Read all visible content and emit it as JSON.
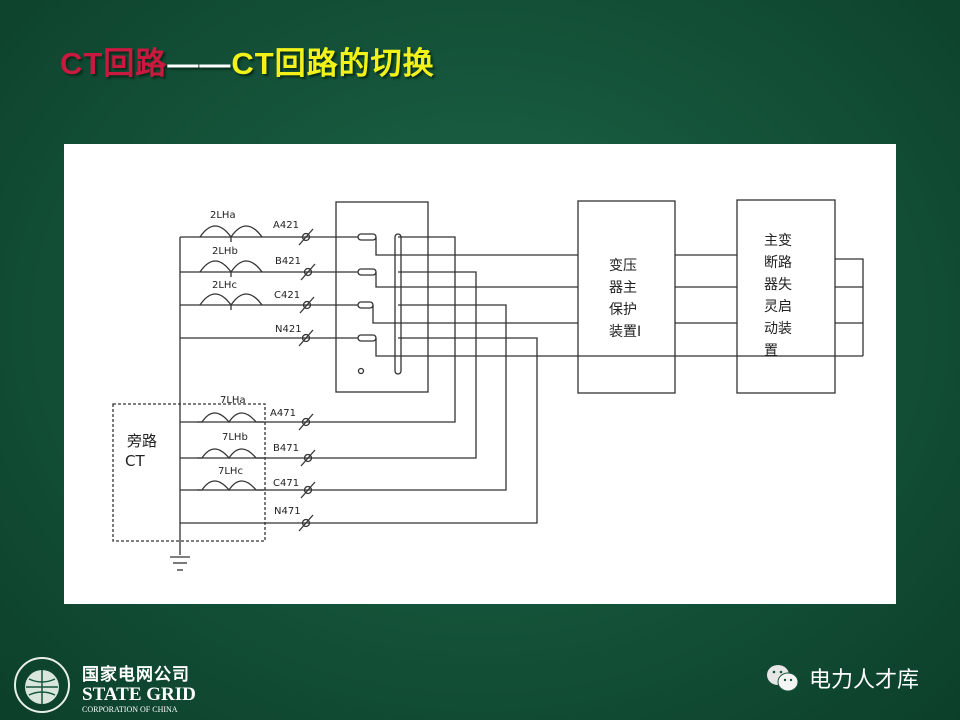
{
  "slide": {
    "title_part1": "CT回路",
    "title_dash": "——",
    "title_part2": "CT回路的切换",
    "colors": {
      "title_red": "#c8193f",
      "title_yellow": "#f2f21a",
      "background": "#15553b"
    }
  },
  "diagram": {
    "main_ct": {
      "coils": [
        "2LHa",
        "2LHb",
        "2LHc"
      ],
      "terminals": [
        "A421",
        "B421",
        "C421",
        "N421"
      ]
    },
    "bypass_ct": {
      "label_line1": "旁路",
      "label_line2": "CT",
      "coils": [
        "7LHa",
        "7LHb",
        "7LHc"
      ],
      "terminals": [
        "A471",
        "B471",
        "C471",
        "N471"
      ]
    },
    "protection_box": {
      "lines": [
        "变压",
        "器主",
        "保护",
        "装置I"
      ]
    },
    "breaker_failure_box": {
      "lines": [
        "主变",
        "断路",
        "器失",
        "灵启",
        "动装",
        "置"
      ]
    }
  },
  "footer": {
    "logo_cn": "国家电网公司",
    "logo_en": "STATE GRID",
    "logo_sub": "CORPORATION OF CHINA",
    "wechat_icon": "wechat-icon",
    "wechat_account": "电力人才库"
  }
}
